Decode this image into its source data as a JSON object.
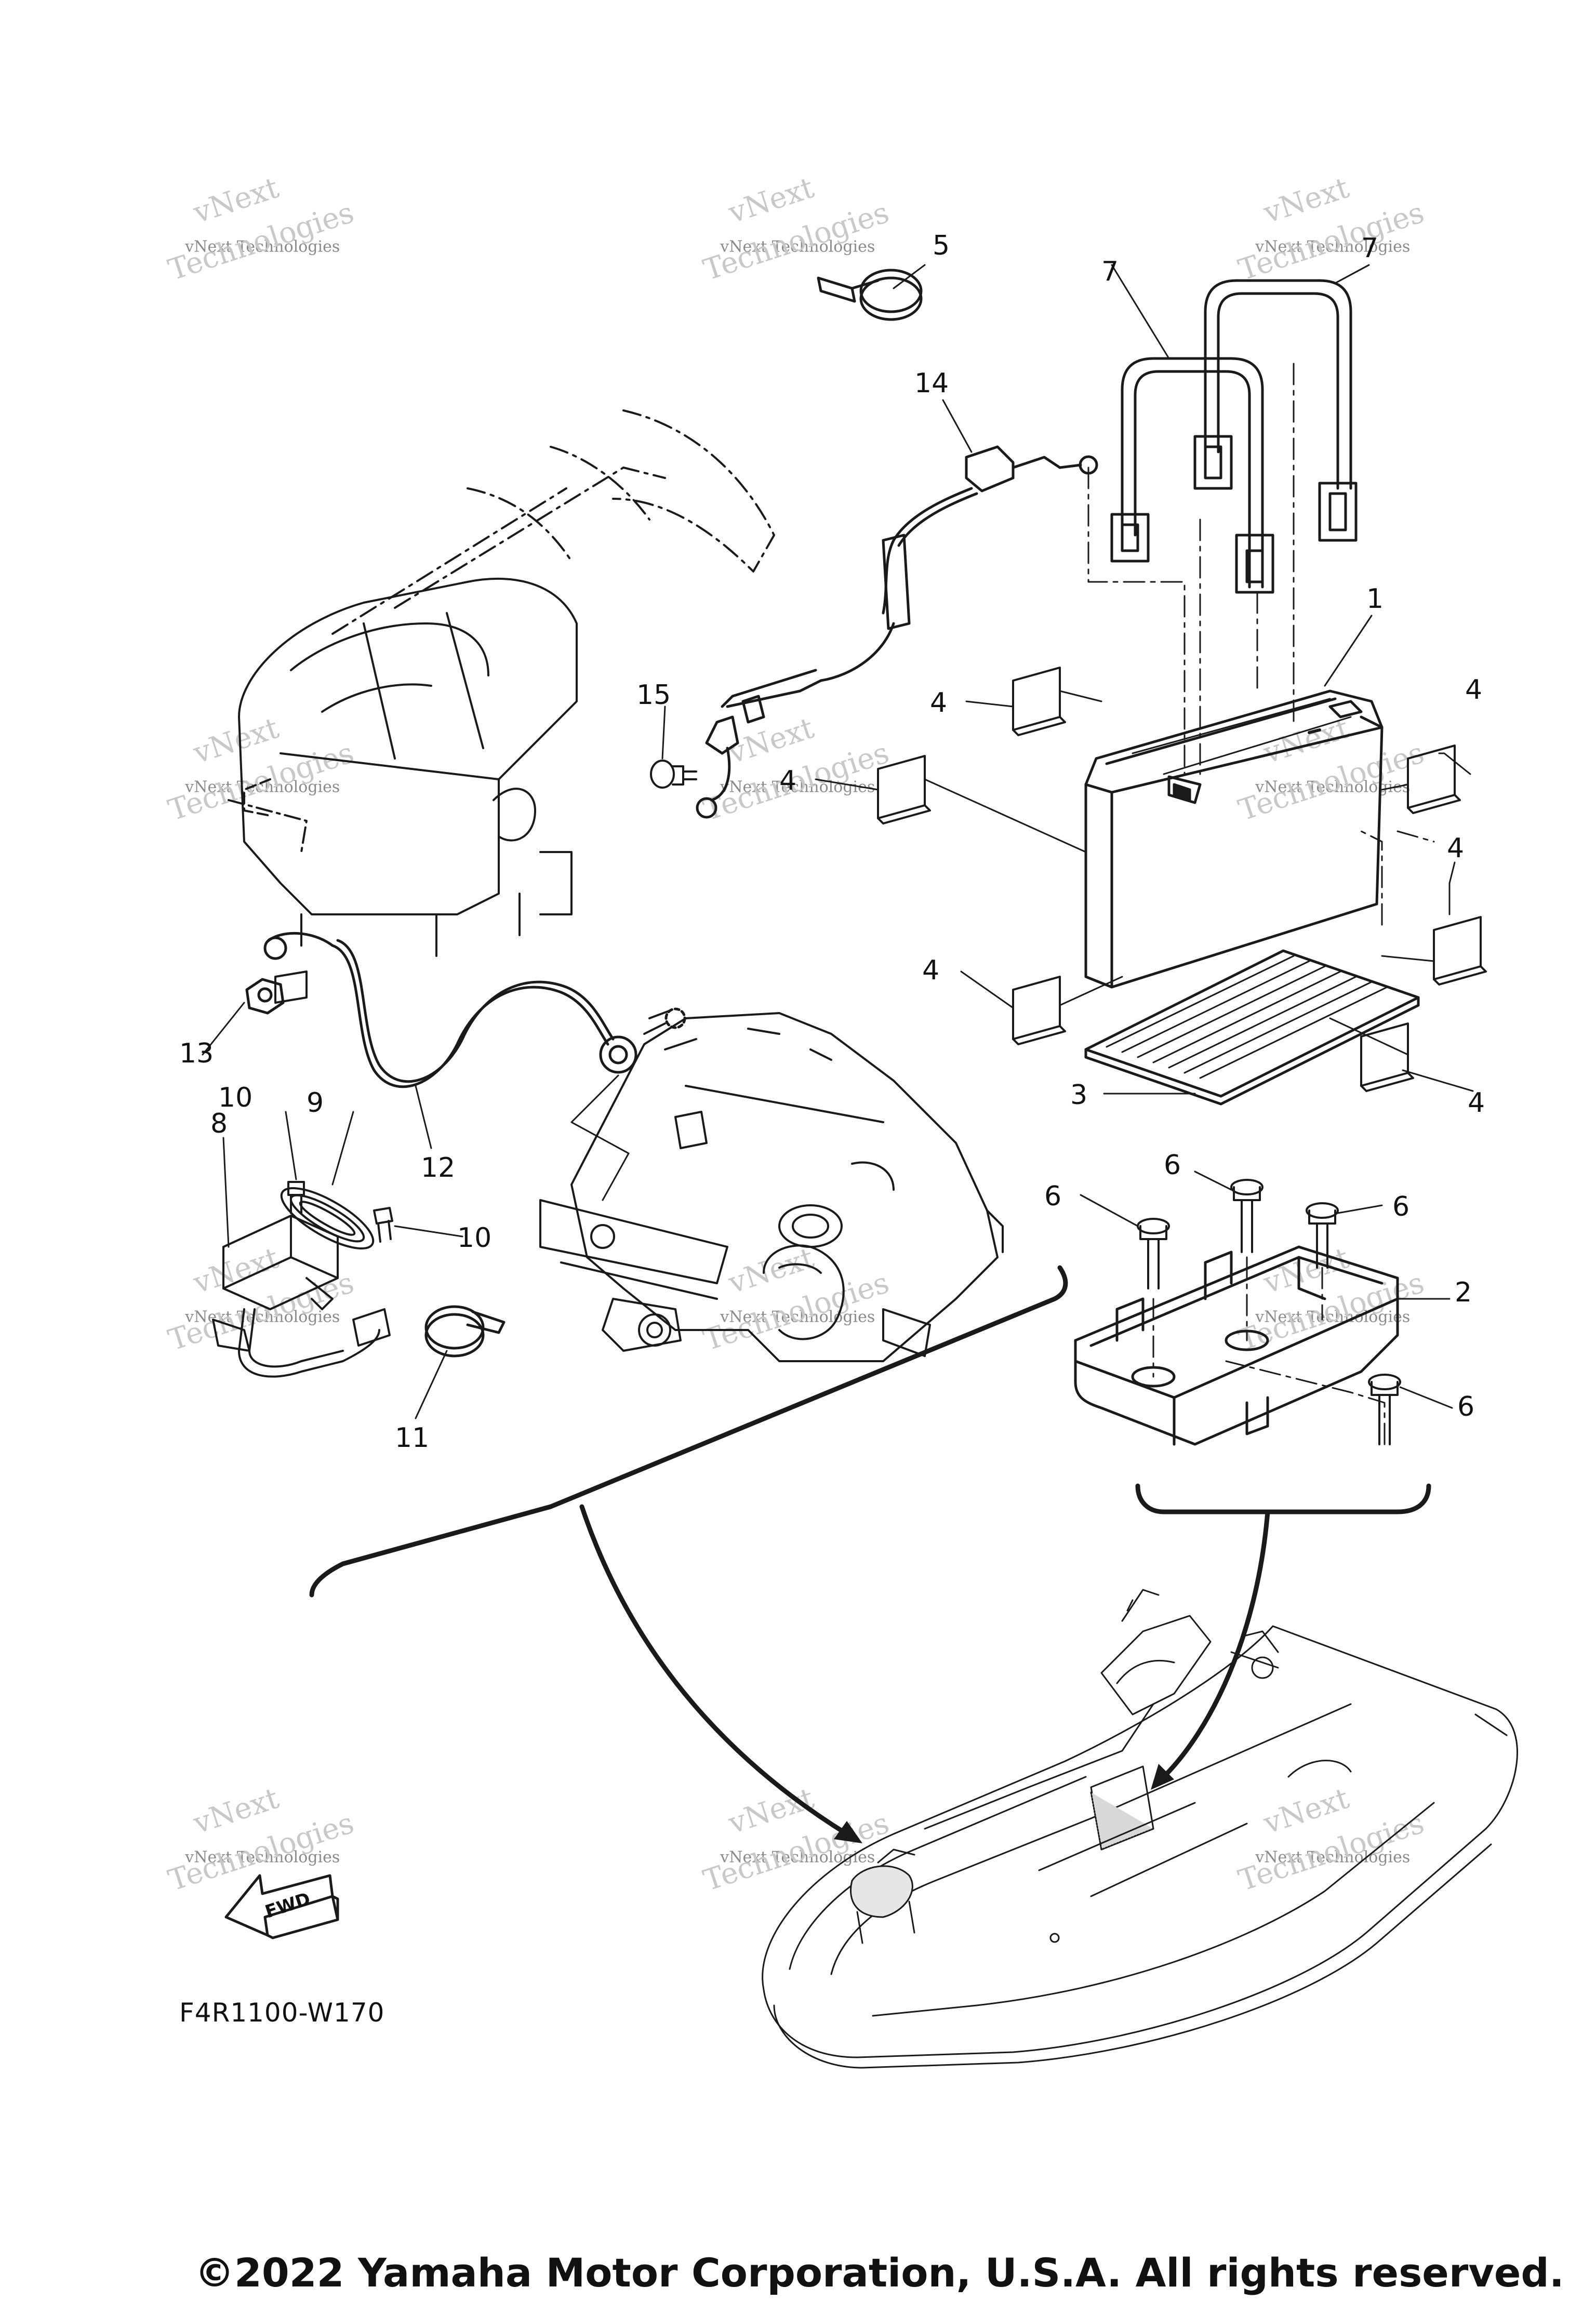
{
  "callouts": [
    {
      "id": "c1",
      "text": "1"
    },
    {
      "id": "c2",
      "text": "2"
    },
    {
      "id": "c3",
      "text": "3"
    },
    {
      "id": "c4a",
      "text": "4"
    },
    {
      "id": "c4b",
      "text": "4"
    },
    {
      "id": "c4c",
      "text": "4"
    },
    {
      "id": "c4d",
      "text": "4"
    },
    {
      "id": "c4e",
      "text": "4"
    },
    {
      "id": "c4f",
      "text": "4"
    },
    {
      "id": "c5",
      "text": "5"
    },
    {
      "id": "c6a",
      "text": "6"
    },
    {
      "id": "c6b",
      "text": "6"
    },
    {
      "id": "c6c",
      "text": "6"
    },
    {
      "id": "c6d",
      "text": "6"
    },
    {
      "id": "c7a",
      "text": "7"
    },
    {
      "id": "c7b",
      "text": "7"
    },
    {
      "id": "c8",
      "text": "8"
    },
    {
      "id": "c9",
      "text": "9"
    },
    {
      "id": "c10a",
      "text": "10"
    },
    {
      "id": "c10b",
      "text": "10"
    },
    {
      "id": "c11",
      "text": "11"
    },
    {
      "id": "c12",
      "text": "12"
    },
    {
      "id": "c13",
      "text": "13"
    },
    {
      "id": "c14",
      "text": "14"
    },
    {
      "id": "c15",
      "text": "15"
    }
  ],
  "fwd_label": "FWD",
  "figure_code": "F4R1100-W170",
  "copyright": "©2022 Yamaha Motor Corporation, U.S.A. All rights reserved.",
  "watermark": {
    "line1": "vNext",
    "line2": "vNext Technologies",
    "line3": "Technologies"
  }
}
